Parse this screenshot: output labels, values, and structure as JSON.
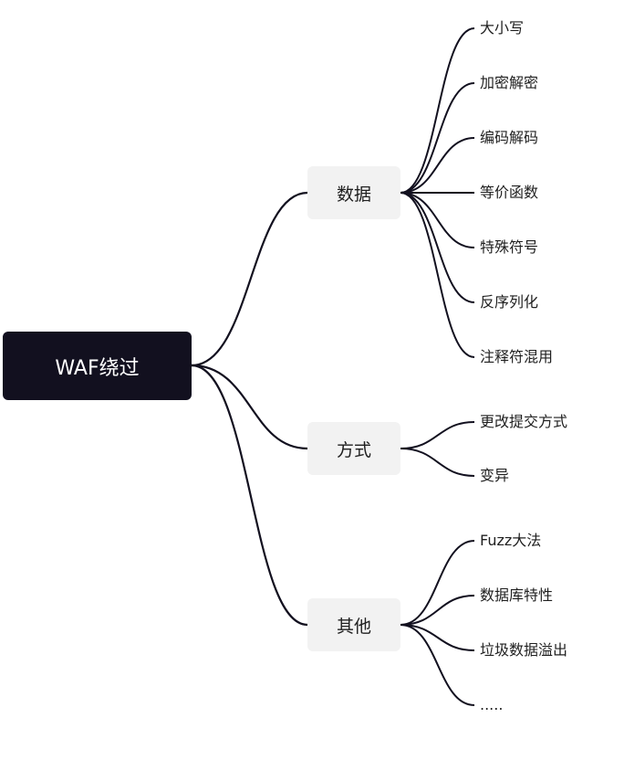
{
  "root": {
    "label": "WAF绕过"
  },
  "branches": [
    {
      "label": "数据",
      "leaves": [
        "大小写",
        "加密解密",
        "编码解码",
        "等价函数",
        "特殊符号",
        "反序列化",
        "注释符混用"
      ]
    },
    {
      "label": "方式",
      "leaves": [
        "更改提交方式",
        "变异"
      ]
    },
    {
      "label": "其他",
      "leaves": [
        "Fuzz大法",
        "数据库特性",
        "垃圾数据溢出",
        "....."
      ]
    }
  ],
  "colors": {
    "root_bg": "#12101f",
    "root_text": "#ffffff",
    "branch_bg": "#f2f2f2",
    "line": "#12101f",
    "text": "#1f1f1f"
  }
}
